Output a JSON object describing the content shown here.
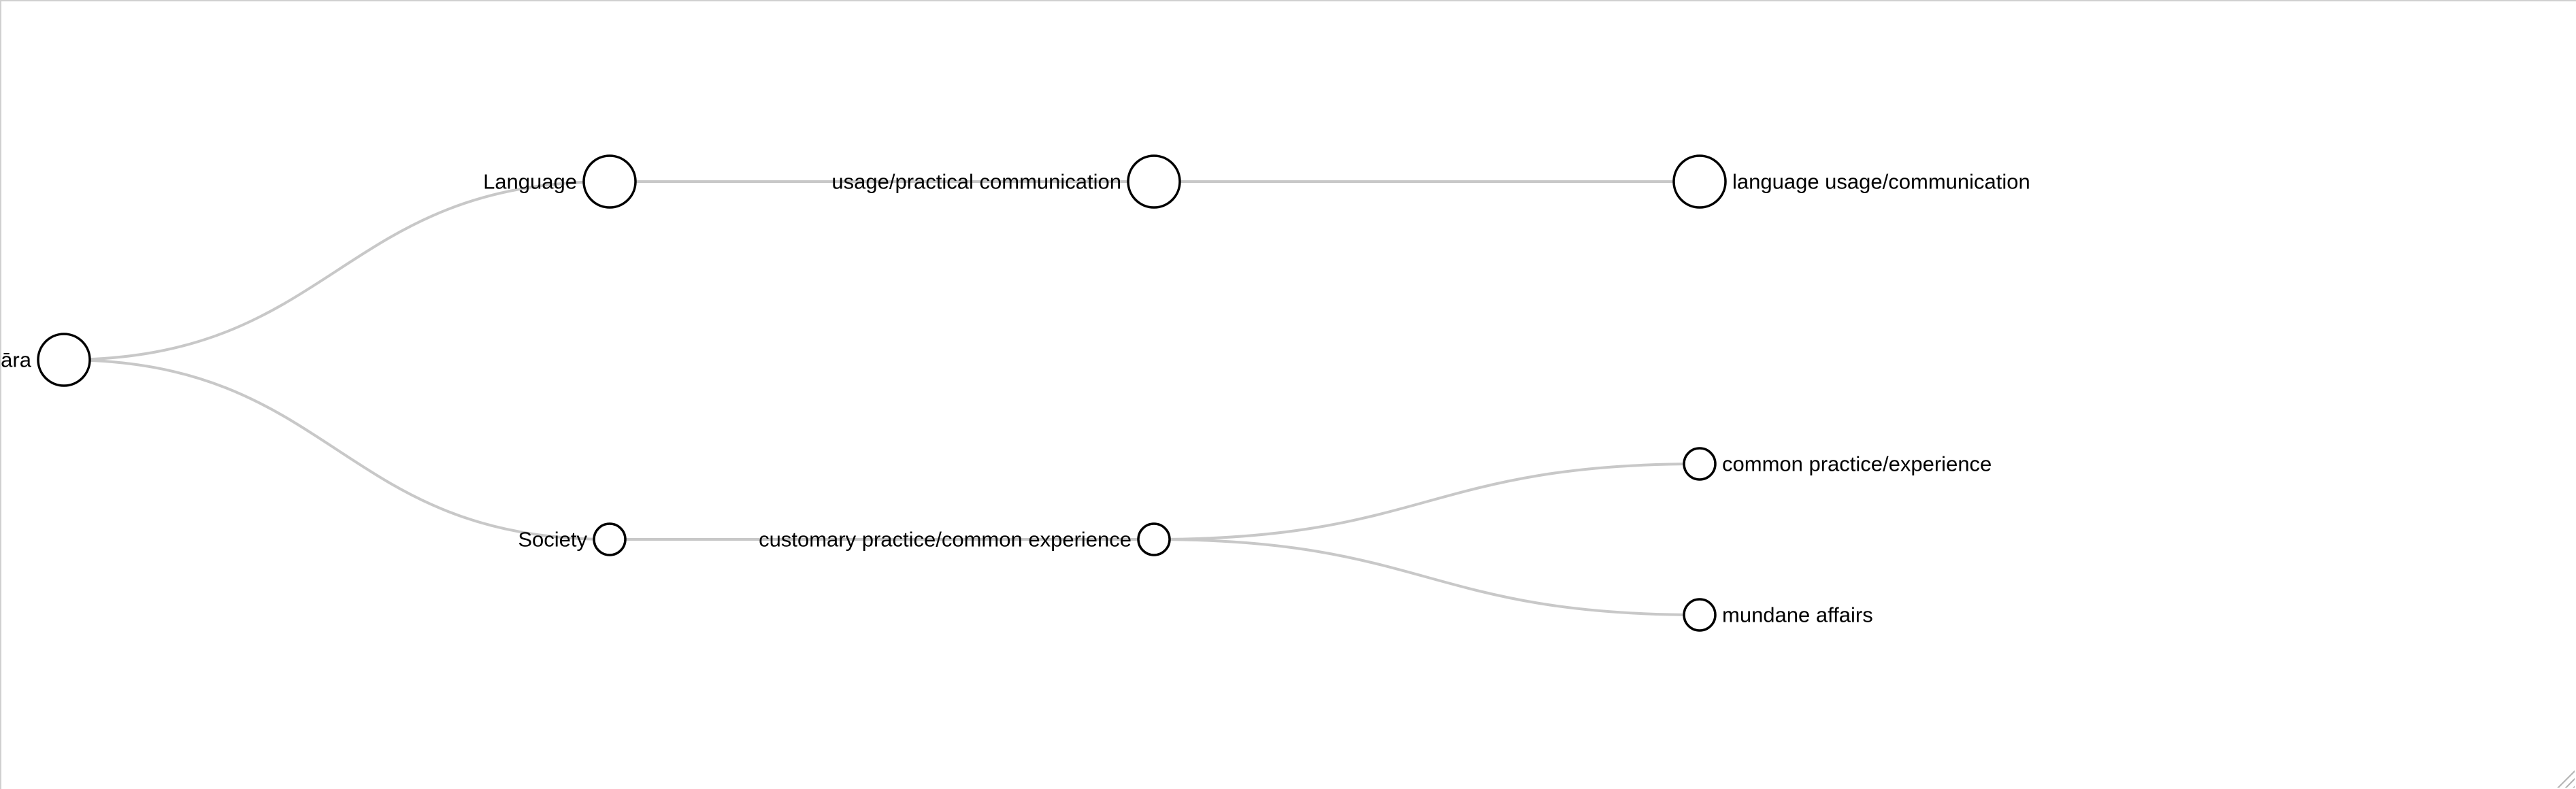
{
  "tree": {
    "nodes": [
      {
        "id": "root",
        "label": "Vyavahāra",
        "size": "large",
        "label_side": "left"
      },
      {
        "id": "language",
        "label": "Language",
        "size": "large",
        "label_side": "left"
      },
      {
        "id": "usage",
        "label": "usage/practical communication",
        "size": "large",
        "label_side": "left"
      },
      {
        "id": "lang_usage",
        "label": "language usage/communication",
        "size": "large",
        "label_side": "right"
      },
      {
        "id": "society",
        "label": "Society",
        "size": "small",
        "label_side": "left"
      },
      {
        "id": "customary",
        "label": "customary practice/common experience",
        "size": "small",
        "label_side": "left"
      },
      {
        "id": "common",
        "label": "common practice/experience",
        "size": "small",
        "label_side": "right"
      },
      {
        "id": "mundane",
        "label": "mundane affairs",
        "size": "small",
        "label_side": "right"
      }
    ],
    "links": [
      {
        "source": "root",
        "target": "language"
      },
      {
        "source": "root",
        "target": "society"
      },
      {
        "source": "language",
        "target": "usage"
      },
      {
        "source": "usage",
        "target": "lang_usage"
      },
      {
        "source": "society",
        "target": "customary"
      },
      {
        "source": "customary",
        "target": "common"
      },
      {
        "source": "customary",
        "target": "mundane"
      }
    ],
    "colors": {
      "link": "#c8c8c8",
      "node_stroke": "#000000",
      "node_fill": "#ffffff",
      "background": "#ffffff"
    }
  }
}
